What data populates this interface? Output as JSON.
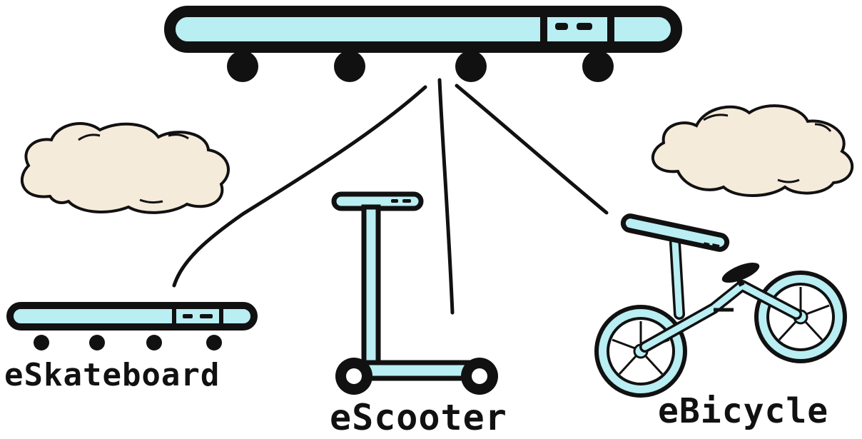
{
  "labels": {
    "skateboard": "eSkateboard",
    "scooter": "eScooter",
    "bicycle": "eBicycle"
  },
  "colors": {
    "deck_fill": "#b9eef3",
    "outline": "#111111",
    "cloud_fill": "#f5ebdb",
    "background": "#ffffff"
  },
  "icons": [
    "electric-skateboard-icon",
    "electric-scooter-icon",
    "electric-bicycle-icon",
    "cloud-icon"
  ]
}
